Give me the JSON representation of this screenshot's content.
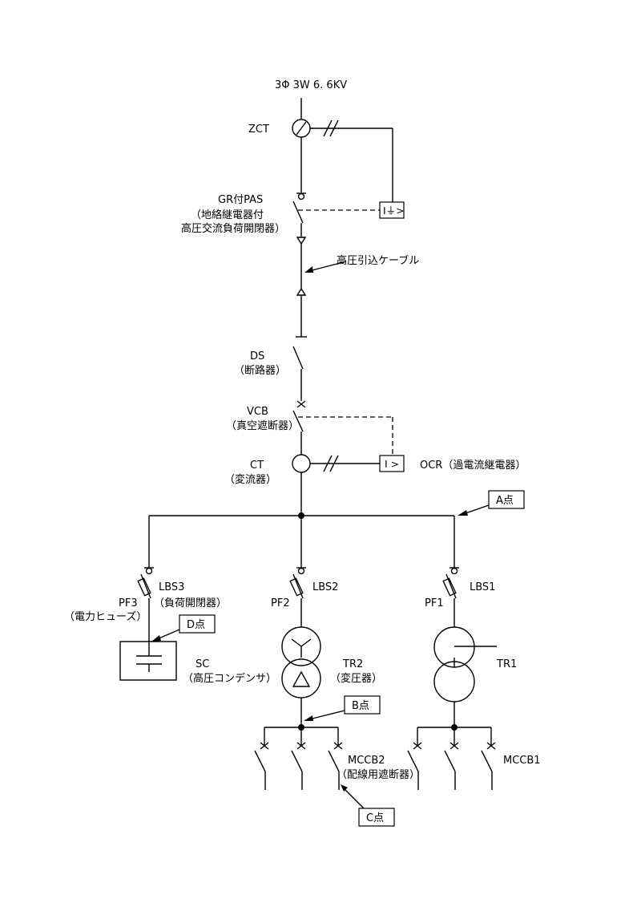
{
  "supply": "3Φ 3W 6. 6KV",
  "zct": "ZCT",
  "pas": {
    "name": "GR付PAS",
    "desc1": "（地絡継電器付",
    "desc2": "高圧交流負荷開閉器）"
  },
  "relay_ground": "I⏚>",
  "cable": "高圧引込ケーブル",
  "ds": {
    "name": "DS",
    "desc": "（断路器）"
  },
  "vcb": {
    "name": "VCB",
    "desc": "（真空遮断器）"
  },
  "ct": {
    "name": "CT",
    "desc": "（変流器）"
  },
  "ocr": {
    "box": "I >",
    "label": "OCR（過電流継電器）"
  },
  "points": {
    "a": "A点",
    "b": "B点",
    "c": "C点",
    "d": "D点"
  },
  "left_branch": {
    "lbs": "LBS3",
    "lbs_desc": "（負荷開閉器）",
    "pf": "PF3",
    "pf_desc": "（電力ヒューズ）",
    "sc": "SC",
    "sc_desc": "（高圧コンデンサ）"
  },
  "mid_branch": {
    "lbs": "LBS2",
    "pf": "PF2",
    "tr": "TR2",
    "tr_desc": "（変圧器）",
    "mccb": "MCCB2",
    "mccb_desc": "（配線用遮断器）"
  },
  "right_branch": {
    "lbs": "LBS1",
    "pf": "PF1",
    "tr": "TR1",
    "mccb": "MCCB1"
  }
}
